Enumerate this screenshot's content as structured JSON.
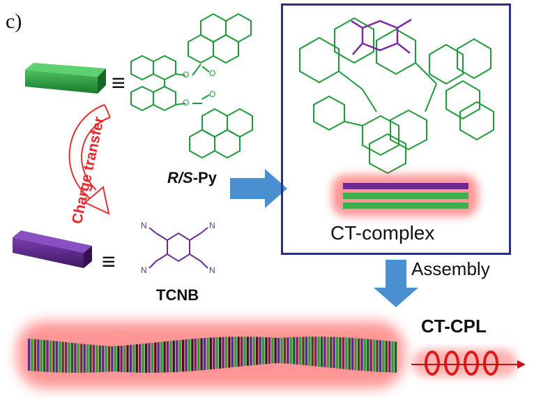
{
  "panel_label": "c)",
  "equiv_symbol": "≡",
  "charge_transfer_label": "Charge transfer",
  "donor_label": {
    "italic": "R/S",
    "rest": "-Py"
  },
  "acceptor_label": "TCNB",
  "complex_label": "CT-complex",
  "assembly_label": "Assembly",
  "cpl_label": "CT-CPL",
  "carbonyl_O": "O",
  "ester_O": "O",
  "nitrile_N": "N",
  "colors": {
    "donor_green": "#1f9a3a",
    "acceptor_purple": "#6a2c91",
    "arrow_blue": "#4a90d0",
    "panel_border": "#2a3080",
    "glow_red": "#ff3b3b",
    "ct_text_red": "#e8262b"
  },
  "icons": [
    "donor-block-icon",
    "acceptor-block-icon",
    "curved-arrow-icon",
    "block-arrow-icon",
    "helix-icon"
  ]
}
